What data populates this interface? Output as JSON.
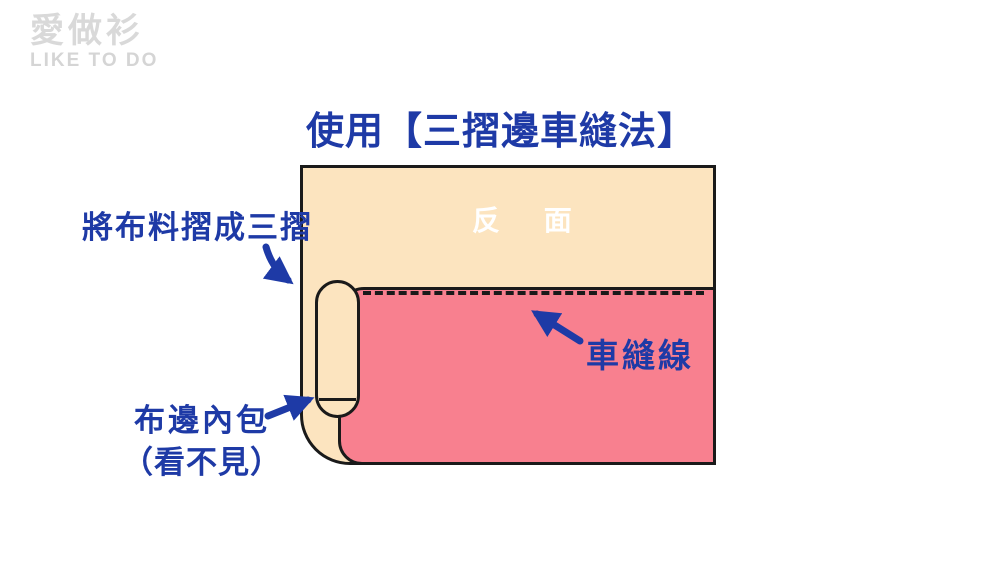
{
  "logo": {
    "brand": "愛做衫",
    "tagline": "LIKE TO DO"
  },
  "title": "使用【三摺邊車縫法】",
  "diagram": {
    "fabric_back_label": "反 面",
    "labels": {
      "fold_instruction": "將布料摺成三摺",
      "stitch_line": "車縫線",
      "edge_wrapped_line1": "布邊內包",
      "edge_wrapped_line2": "（看不見）"
    },
    "colors": {
      "fabric_back": "#fce4bf",
      "fabric_front": "#f8808f",
      "annotation_blue": "#1e3aa6",
      "outline": "#1a1a1a"
    }
  }
}
